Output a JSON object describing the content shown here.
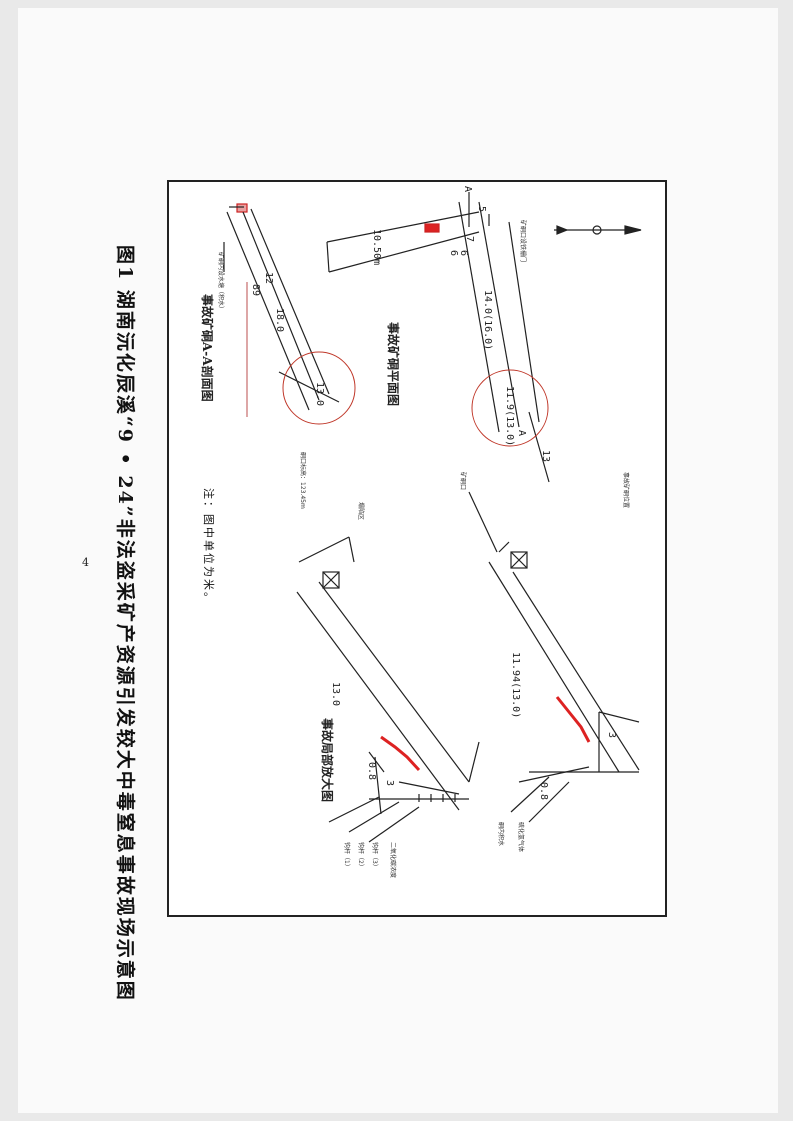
{
  "page": {
    "number": "4"
  },
  "figure": {
    "caption": "图1 湖南沅化辰溪“9 • 24”非法盗采矿产资源引发较大中毒窒息事故现场示意图",
    "note": "注：图中单位为米。"
  },
  "views": {
    "section": {
      "title": "事故矿硐A-A剖面图",
      "dims": [
        "18.0",
        "13.0",
        "89",
        "12"
      ]
    },
    "plan": {
      "title": "事故矿硐平面图",
      "dims": [
        "10.50m",
        "14.0(16.0)",
        "11.9(13.0)",
        "6",
        "6",
        "5",
        "A",
        "A",
        "13",
        "7"
      ]
    },
    "detail": {
      "title": "事故局部放大图",
      "dims": [
        "13.0",
        "11.94(13.0)",
        "0.8",
        "0.8",
        "3",
        "3"
      ]
    }
  },
  "annotations": {
    "a1": "矿硐内设水塘（积水）",
    "a2": "硐口标高：123.45m",
    "a3": "塌陷区",
    "a4": "矿硐口",
    "a5": "事故矿硐位置",
    "a6": "矿硐口设铁栅门",
    "a7": "钩杆（1）",
    "a8": "钩杆（2）",
    "a9": "钩杆（3）",
    "a10": "二氧化碳浓度",
    "a11": "硐内积水",
    "a12": "硫化氢气体"
  },
  "colors": {
    "ink": "#222222",
    "highlight": "#d22222",
    "circle": "#c0392b"
  }
}
